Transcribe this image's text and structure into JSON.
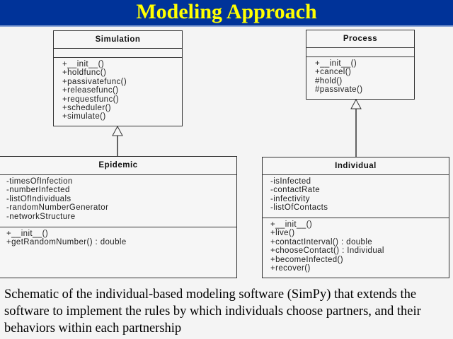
{
  "slide": {
    "title": "Modeling Approach",
    "caption": "Schematic of the individual-based modeling software (SimPy) that extends the software to implement the rules by which individuals choose partners, and their behaviors within each partnership"
  },
  "classes": {
    "simulation": {
      "name": "Simulation",
      "attributes": [],
      "methods": [
        "+__init__()",
        "+holdfunc()",
        "+passivatefunc()",
        "+releasefunc()",
        "+requestfunc()",
        "+scheduler()",
        "+simulate()"
      ]
    },
    "process": {
      "name": "Process",
      "attributes": [],
      "methods": [
        "+__init__()",
        "+cancel()",
        "#hold()",
        "#passivate()"
      ]
    },
    "epidemic": {
      "name": "Epidemic",
      "attributes": [
        "-timesOfInfection",
        "-numberInfected",
        "-listOfIndividuals",
        "-randomNumberGenerator",
        "-networkStructure"
      ],
      "methods": [
        "+__init__()",
        "+getRandomNumber() : double"
      ]
    },
    "individual": {
      "name": "Individual",
      "attributes": [
        "-isInfected",
        "-contactRate",
        "-infectivity",
        "-listOfContacts"
      ],
      "methods": [
        "+__init__()",
        "+live()",
        "+contactInterval() : double",
        "+chooseContact() : Individual",
        "+becomeInfected()",
        "+recover()"
      ]
    }
  },
  "relations": [
    {
      "from": "Epidemic",
      "to": "Simulation",
      "type": "inheritance"
    },
    {
      "from": "Individual",
      "to": "Process",
      "type": "inheritance"
    }
  ]
}
